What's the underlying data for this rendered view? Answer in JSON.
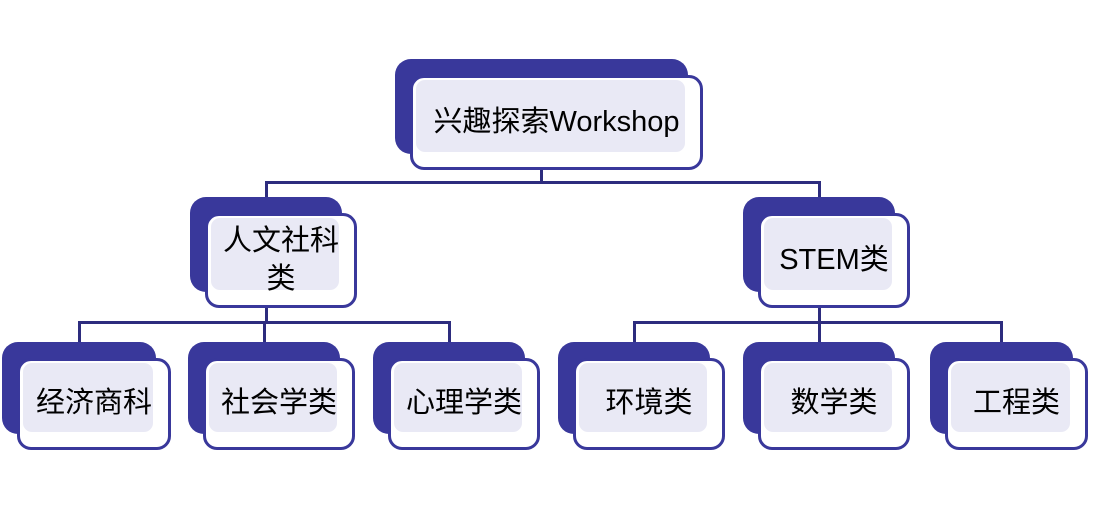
{
  "diagram": {
    "type": "hierarchy-tree",
    "root": {
      "label": "兴趣探索Workshop",
      "children": [
        {
          "label": "人文社科类",
          "children": [
            {
              "label": "经济商科"
            },
            {
              "label": "社会学类"
            },
            {
              "label": "心理学类"
            }
          ]
        },
        {
          "label": "STEM类",
          "children": [
            {
              "label": "环境类"
            },
            {
              "label": "数学类"
            },
            {
              "label": "工程类"
            }
          ]
        }
      ]
    }
  },
  "colors": {
    "shape_fill": "#39389B",
    "shape_border": "#39389B",
    "shape_inner_fill": "#E9E9F5",
    "connector": "#2D2C7E",
    "text": "#000000",
    "background": "#FFFFFF"
  }
}
